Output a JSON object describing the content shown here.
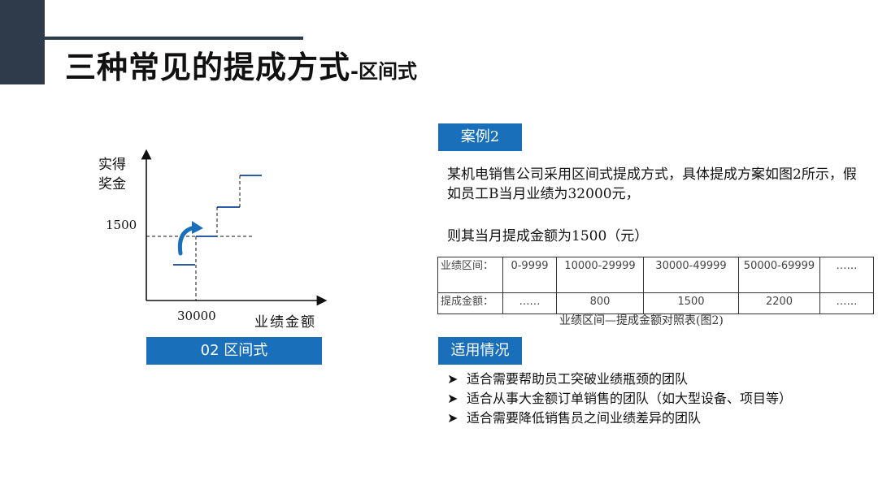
{
  "title": {
    "main": "三种常见的提成方式",
    "sub": "-区间式"
  },
  "graph": {
    "y_label_line1": "实得",
    "y_label_line2": "奖金",
    "y_tick": "1500",
    "x_tick": "30000",
    "x_label": "业绩金额",
    "section_label": "02 区间式"
  },
  "case": {
    "tag": "案例2",
    "text": "某机电销售公司采用区间式提成方式，具体提成方案如图2所示，假如员工B当月业绩为32000元，",
    "result": "则其当月提成金额为1500（元）"
  },
  "table": {
    "rows": [
      [
        "业绩区间：",
        "0-9999",
        "10000-29999",
        "30000-49999",
        "50000-69999",
        "……"
      ],
      [
        "提成金额：",
        "……",
        "800",
        "1500",
        "2200",
        "……"
      ]
    ],
    "caption": "业绩区间—提成金额对照表(图2)"
  },
  "scenarios": {
    "tag": "适用情况",
    "items": [
      "适合需要帮助员工突破业绩瓶颈的团队",
      "适合从事大金额订单销售的团队（如大型设备、项目等）",
      "适合需要降低销售员之间业绩差异的团队"
    ]
  },
  "colors": {
    "accent": "#1a6fba",
    "dark": "#2f3b4b",
    "step_line": "#2a5aa8"
  }
}
